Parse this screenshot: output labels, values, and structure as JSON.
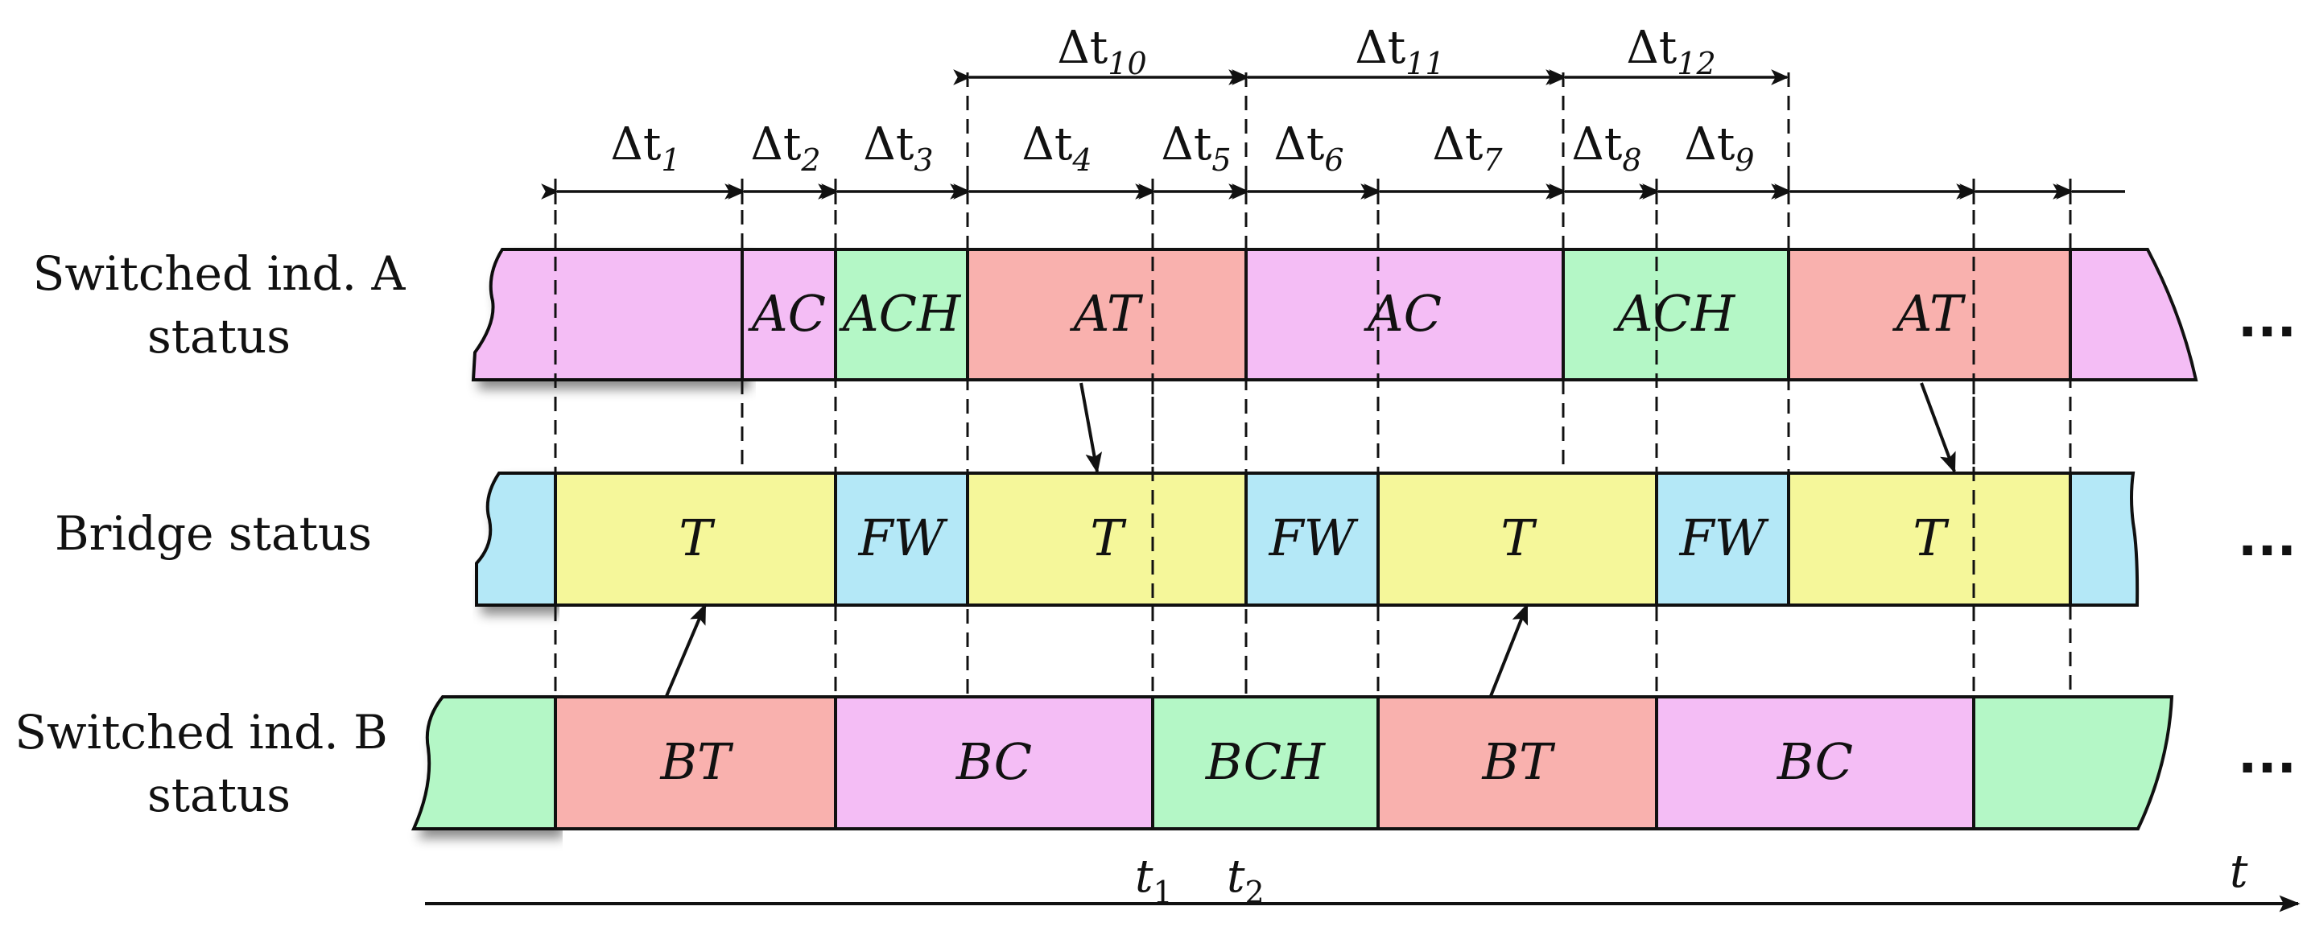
{
  "colors": {
    "AC": "#f4bdf5",
    "ACH": "#b4f7c6",
    "AT": "#f9b1ae",
    "T": "#f5f79a",
    "FW": "#b4e8f7",
    "BT": "#f9b1ae",
    "BC": "#f4bdf5",
    "BCH": "#b4f7c6"
  },
  "rows": [
    {
      "id": "a",
      "label_lines": [
        "Switched ind. A",
        "status"
      ],
      "lead_color": "AC",
      "trail_color": "AC",
      "segments": [
        "AC",
        "ACH",
        "AT",
        "AC",
        "ACH",
        "AT"
      ],
      "labels": [
        "AC",
        "ACH",
        "AT",
        "AC",
        "ACH",
        "AT"
      ],
      "more": "..."
    },
    {
      "id": "bridge",
      "label_lines": [
        "Bridge status"
      ],
      "lead_color": "FW",
      "trail_color": "FW",
      "segments": [
        "T",
        "FW",
        "T",
        "FW",
        "T",
        "FW",
        "T"
      ],
      "labels": [
        "T",
        "FW",
        "T",
        "FW",
        "T",
        "FW",
        "T"
      ],
      "more": "..."
    },
    {
      "id": "b",
      "label_lines": [
        "Switched ind. B",
        "status"
      ],
      "lead_color": "BCH",
      "trail_color": "BCH",
      "segments": [
        "BT",
        "BC",
        "BCH",
        "BT",
        "BC"
      ],
      "labels": [
        "BT",
        "BC",
        "BCH",
        "BT",
        "BC"
      ],
      "more": "..."
    }
  ],
  "intervals": [
    {
      "sym": "Δt",
      "sub": "1"
    },
    {
      "sym": "Δt",
      "sub": "2"
    },
    {
      "sym": "Δt",
      "sub": "3"
    },
    {
      "sym": "Δt",
      "sub": "4"
    },
    {
      "sym": "Δt",
      "sub": "5"
    },
    {
      "sym": "Δt",
      "sub": "6"
    },
    {
      "sym": "Δt",
      "sub": "7"
    },
    {
      "sym": "Δt",
      "sub": "8"
    },
    {
      "sym": "Δt",
      "sub": "9"
    },
    {
      "sym": "Δt",
      "sub": "10"
    },
    {
      "sym": "Δt",
      "sub": "11"
    },
    {
      "sym": "Δt",
      "sub": "12"
    }
  ],
  "time_axis": {
    "label": "t"
  },
  "time_marks": [
    {
      "sym": "t",
      "sub": "1"
    },
    {
      "sym": "t",
      "sub": "2"
    }
  ]
}
